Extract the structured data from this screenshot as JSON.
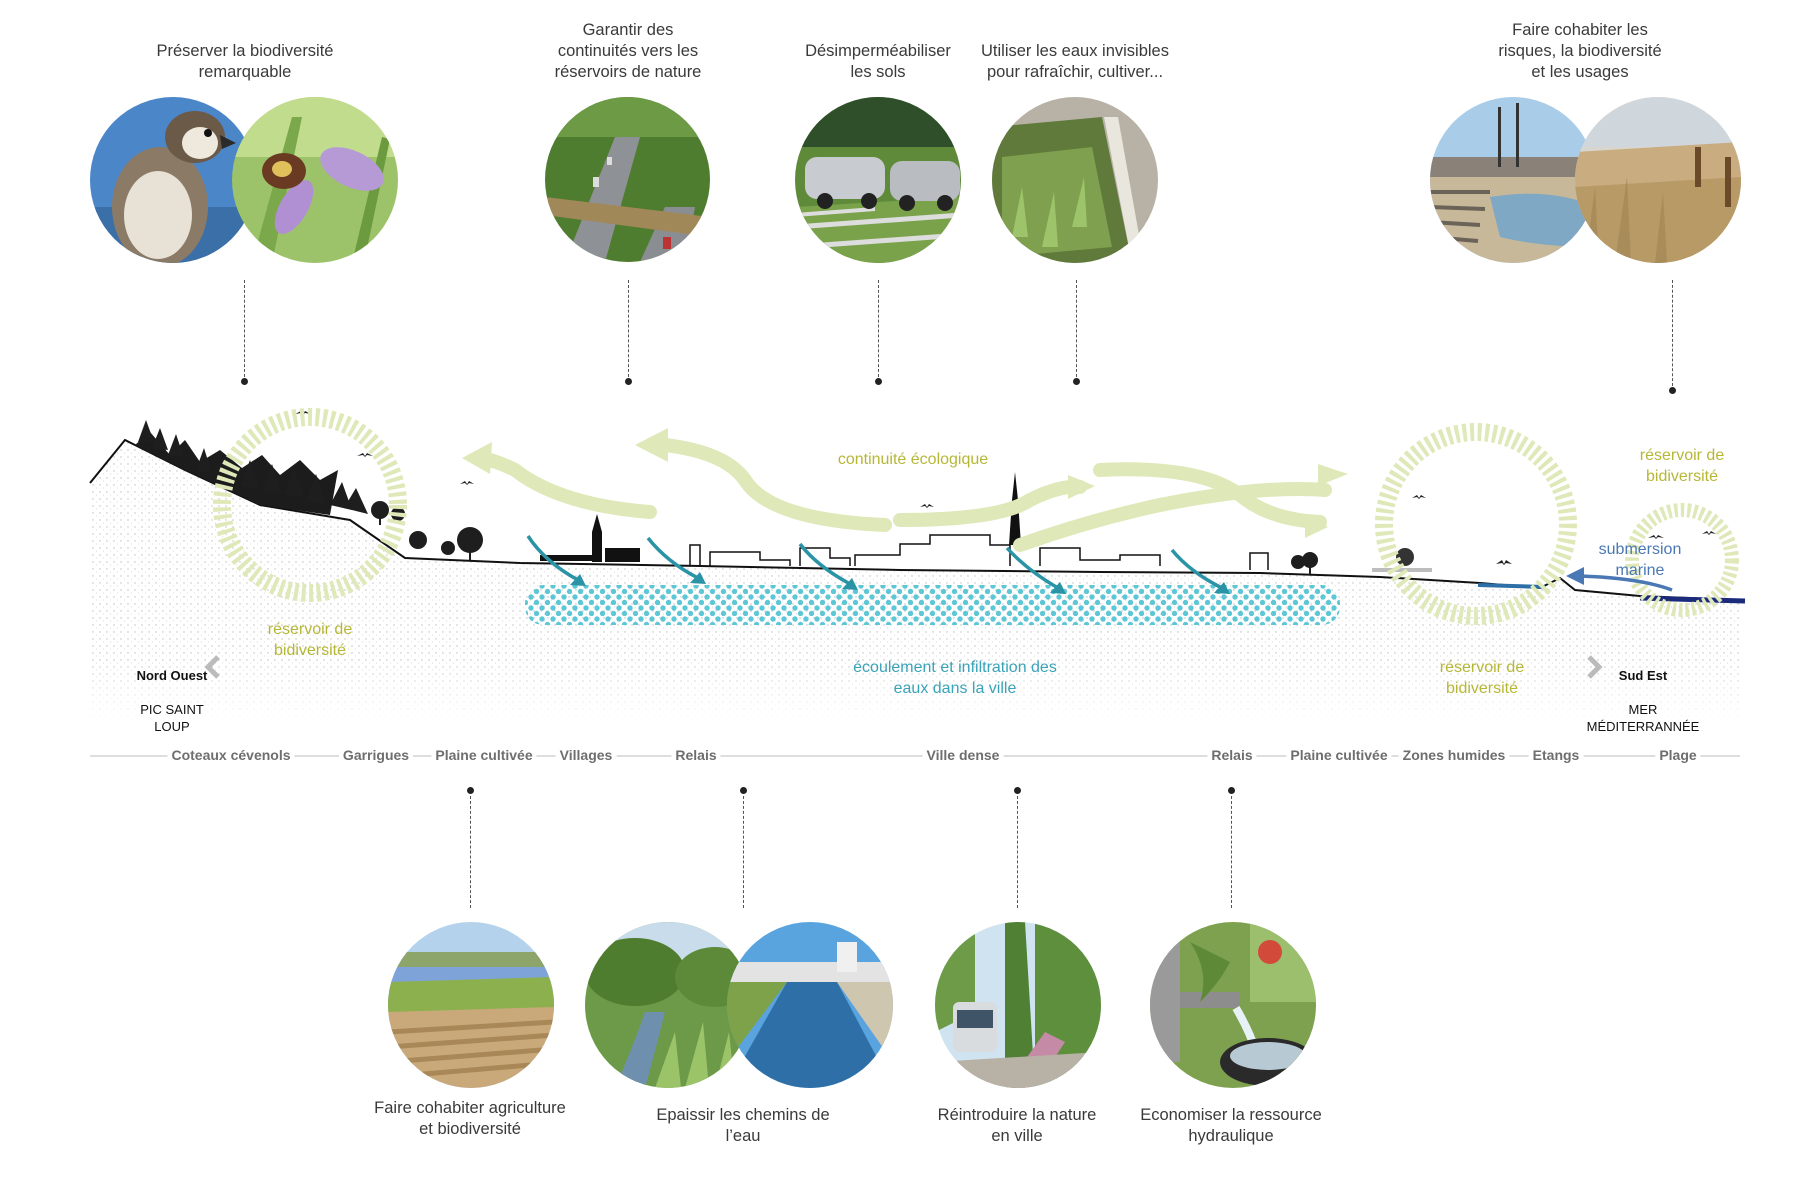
{
  "top_captions": [
    {
      "id": "biodiv",
      "text": "Préserver la biodiversité\nremarquable"
    },
    {
      "id": "continuites",
      "text": "Garantir des\ncontinuités vers les\nréservoirs de nature"
    },
    {
      "id": "sols",
      "text": "Désimperméabiliser\nles sols"
    },
    {
      "id": "eaux",
      "text": "Utiliser les eaux invisibles\npour rafraîchir, cultiver..."
    },
    {
      "id": "risques",
      "text": "Faire cohabiter les\nrisques, la biodiversité\net les usages"
    }
  ],
  "bottom_captions": [
    {
      "id": "agri",
      "text": "Faire cohabiter agriculture\net biodiversité"
    },
    {
      "id": "chemins",
      "text": "Epaissir les chemins de\nl’eau"
    },
    {
      "id": "nature",
      "text": "Réintroduire la nature\nen ville"
    },
    {
      "id": "ressource",
      "text": "Economiser la ressource\nhydraulique"
    }
  ],
  "section_labels": {
    "continuite": "continuité écologique",
    "reservoir_left": "réservoir de\nbidiversité",
    "reservoir_right": "réservoir de\nbidiversité",
    "reservoir_far_right": "réservoir de\nbidiversité",
    "submersion": "submersion\nmarine",
    "ecoulement": "écoulement et infiltration des\neaux dans la ville"
  },
  "directions": {
    "left_title": "Nord Ouest",
    "left_sub": "PIC SAINT\nLOUP",
    "right_title": "Sud Est",
    "right_sub": "MER\nMÉDITERRANNÉE"
  },
  "zones": [
    "Coteaux cévenols",
    "Garrigues",
    "Plaine cultivée",
    "Villages",
    "Relais",
    "Ville dense",
    "Relais",
    "Plaine cultivée",
    "Zones humides",
    "Etangs",
    "Plage"
  ],
  "colors": {
    "olive": "#b7b737",
    "teal": "#3aa3b8",
    "pale_green": "#dfe8b8",
    "marine_blue": "#4a78b5"
  }
}
